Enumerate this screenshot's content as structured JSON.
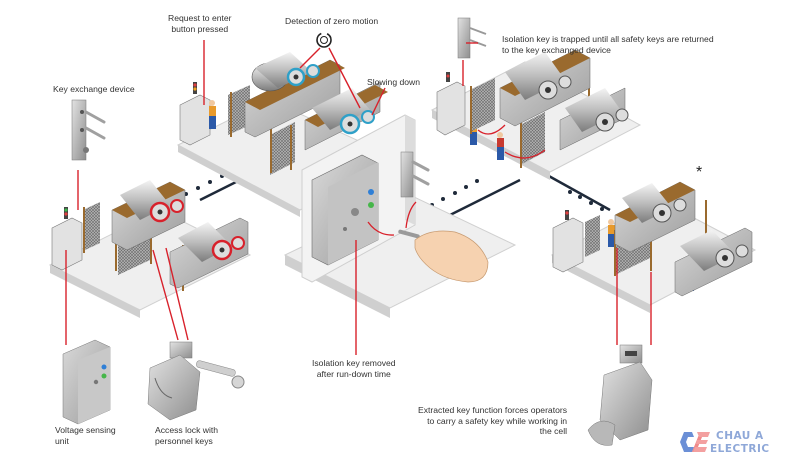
{
  "diagram": {
    "title": "Safety key exchange interlock process",
    "labels": {
      "request_enter": [
        "Request to enter",
        "button pressed"
      ],
      "zero_motion": "Detection of zero motion",
      "slowing_down": "Slowing down",
      "isolation_trapped": [
        "Isolation key is trapped until all safety keys are returned",
        "to the key exchanged device"
      ],
      "key_exchange_device": "Key exchange device",
      "isolation_removed": [
        "Isolation key removed",
        "after run-down time"
      ],
      "extracted_key": [
        "Extracted key function forces operators",
        "to carry a safety key while working in",
        "the cell"
      ],
      "voltage_sensing": [
        "Voltage sensing",
        "unit"
      ],
      "access_lock": [
        "Access lock with",
        "personnel keys"
      ],
      "asterisk": "*"
    },
    "icons": [
      "zero-motion-icon",
      "key-exchange-device",
      "voltage-sensing-unit",
      "access-lock",
      "hand-with-key",
      "isolation-switch-panel",
      "worker",
      "conveyor-roller",
      "safety-fence",
      "signal-tower"
    ],
    "colors": {
      "callout_line": "#d8212b",
      "roller_ring_blue": "#2fa0c8",
      "roller_ring_red": "#d8212b",
      "wood": "#9a6a2e",
      "platform": "#ececec",
      "worker_blue": "#2b59a8",
      "worker_orange": "#e89a2c"
    }
  },
  "brand": {
    "logo_mark": "CAE",
    "name_line1": "CHAU A",
    "name_line2": "ELECTRIC"
  }
}
